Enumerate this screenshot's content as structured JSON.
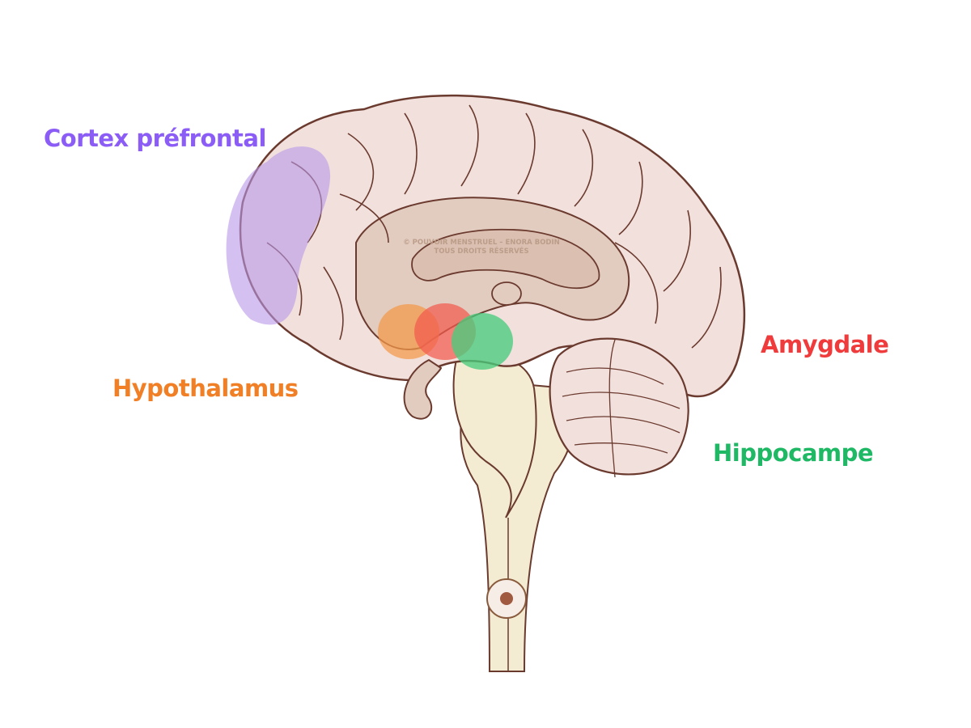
{
  "labels": {
    "cortex": {
      "text": "Cortex préfrontal",
      "color": "#8b5cf6"
    },
    "hypothalamus": {
      "text": "Hypothalamus",
      "color": "#f07f25"
    },
    "amygdale": {
      "text": "Amygdale",
      "color": "#ef3b3b"
    },
    "hippocampe": {
      "text": "Hippocampe",
      "color": "#1fb865"
    }
  },
  "watermark": {
    "line1": "© POUVOIR MENSTRUEL – ENORA BODIN",
    "line2": "TOUS DROITS RÉSERVÉS"
  },
  "colors": {
    "brain_fill": "#f2e0dd",
    "brain_stroke": "#6b3a2e",
    "inner_fill": "#e2cbbf",
    "stem_fill": "#f3ecd3",
    "cortex_highlight": "#b897ea",
    "hypothalamus_highlight": "#f29848",
    "amygdale_highlight": "#f25a4e",
    "hippocampe_highlight": "#49cc7c"
  }
}
